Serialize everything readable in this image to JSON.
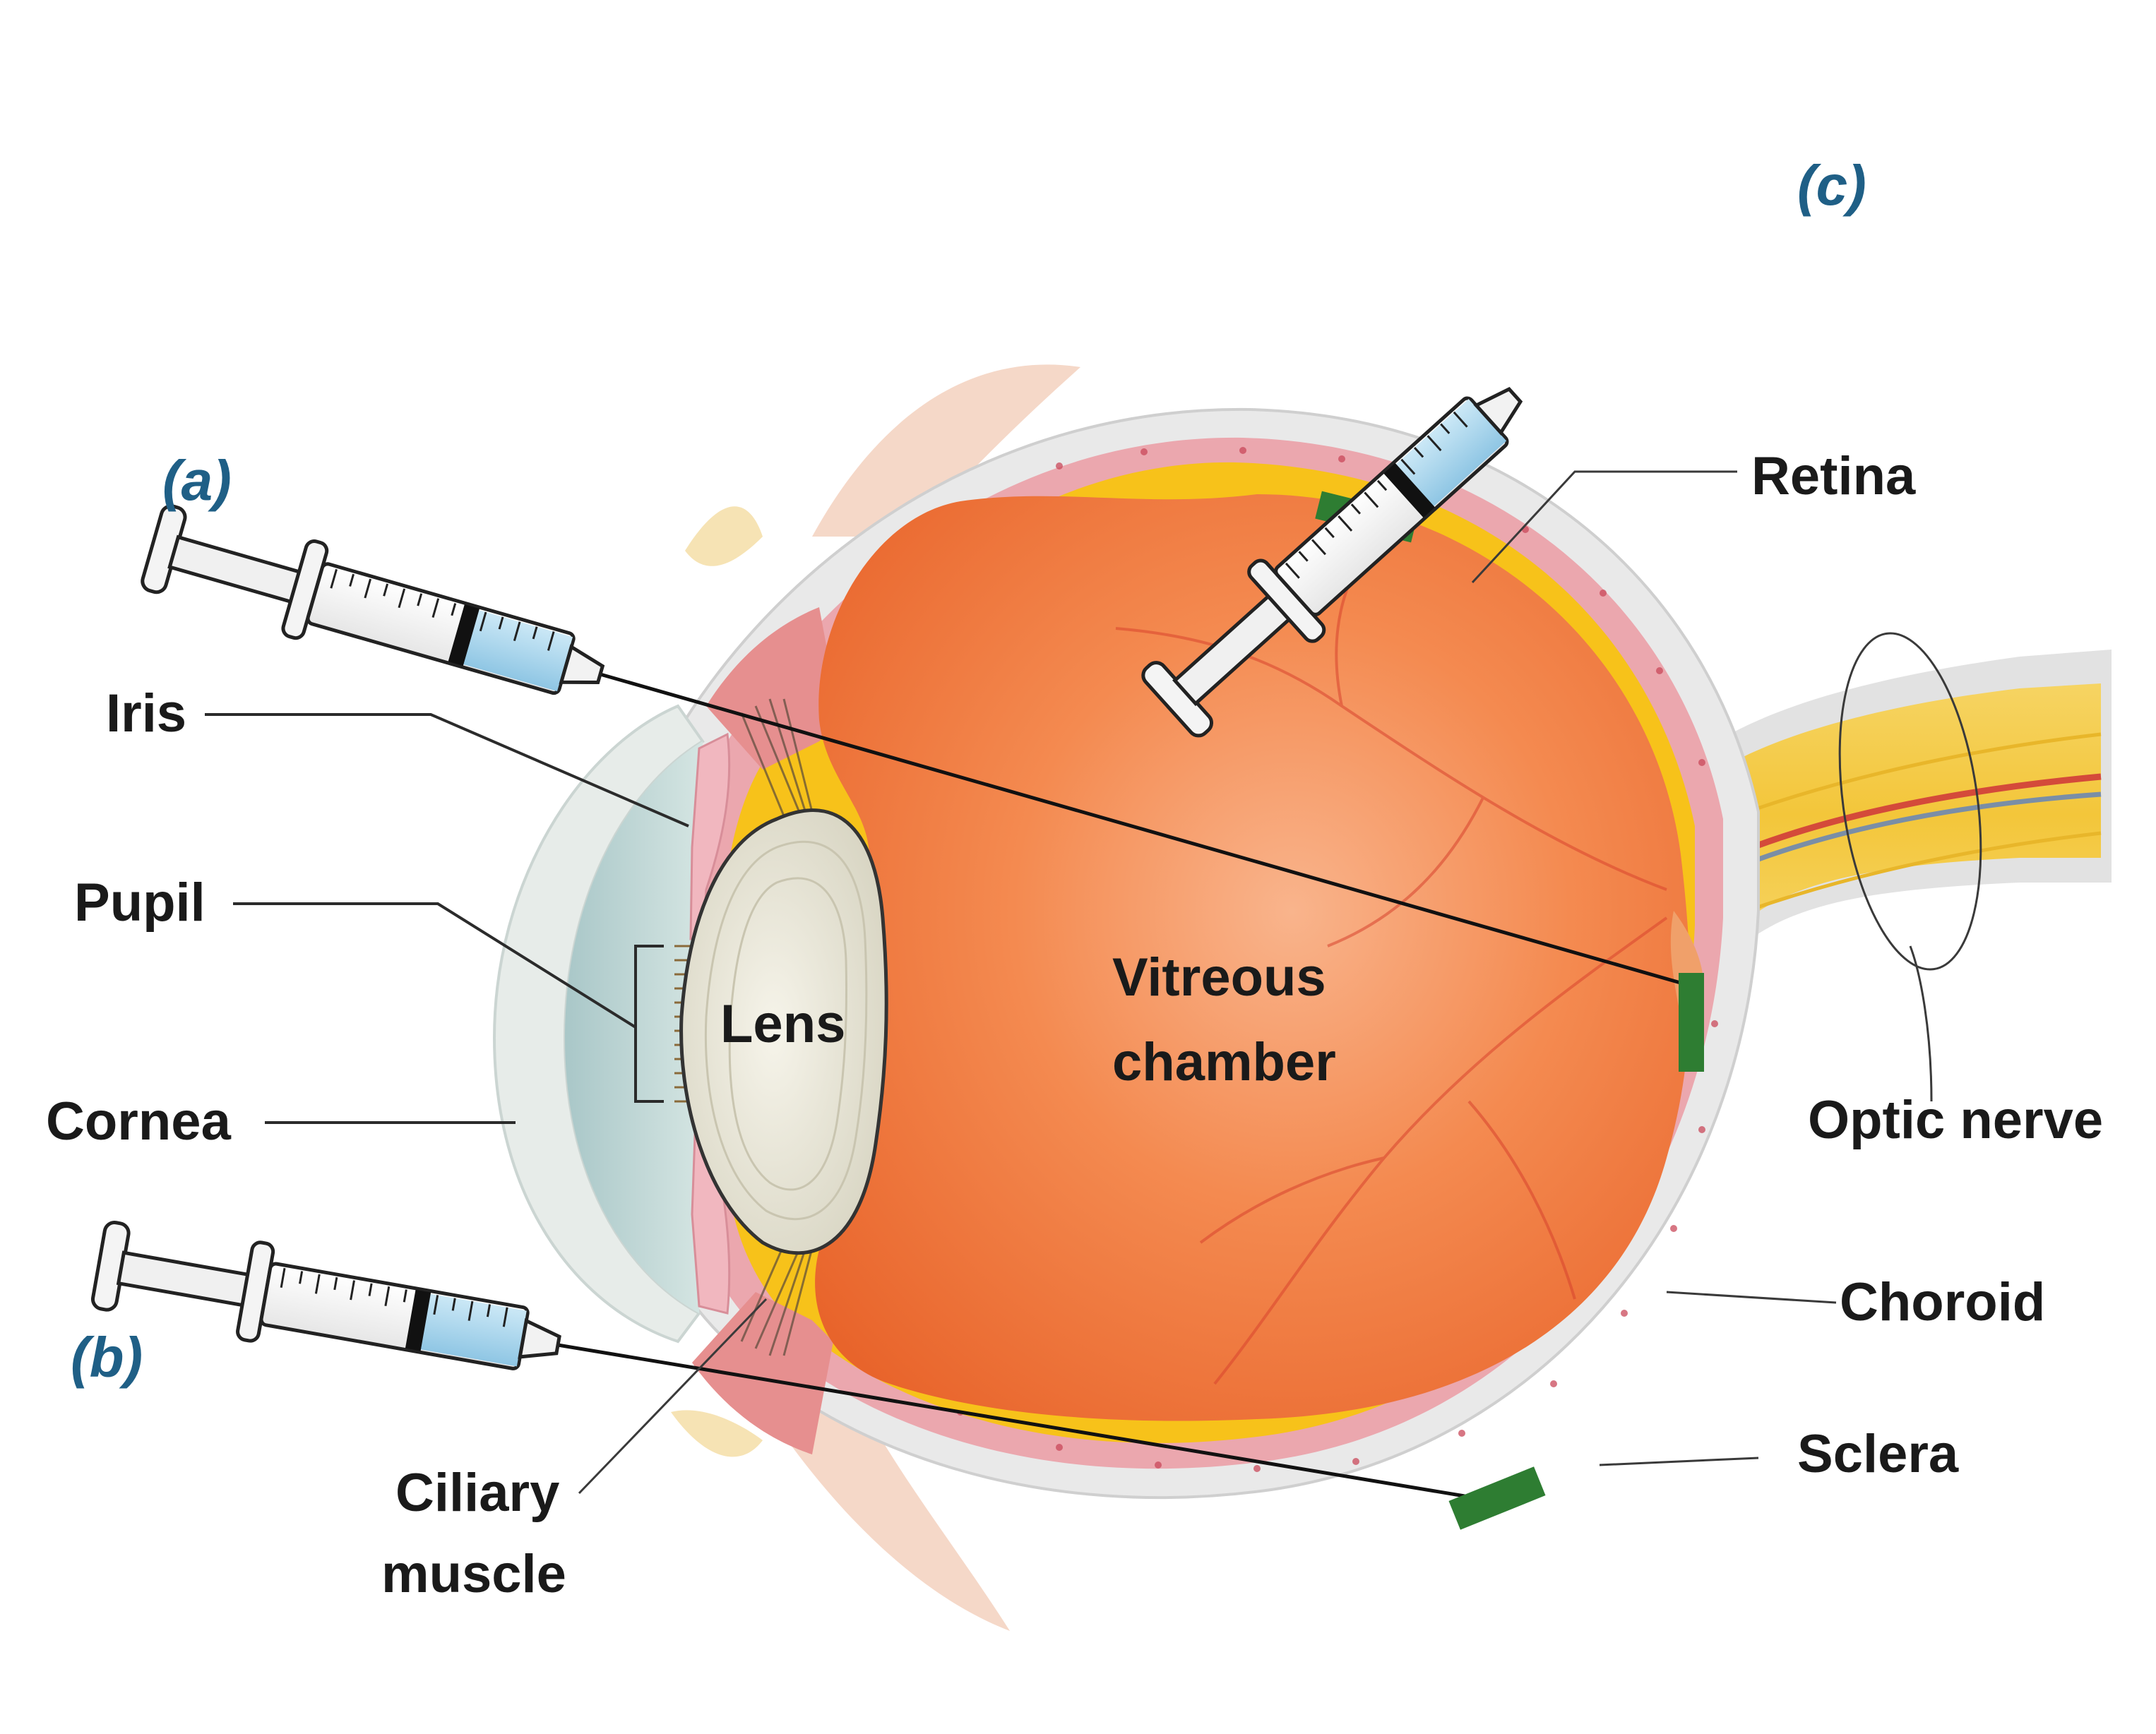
{
  "labels": {
    "retina": "Retina",
    "iris": "Iris",
    "pupil": "Pupil",
    "lens": "Lens",
    "vitreous_line1": "Vitreous",
    "vitreous_line2": "chamber",
    "cornea": "Cornea",
    "optic_nerve": "Optic nerve",
    "choroid": "Choroid",
    "sclera": "Sclera",
    "ciliary_line1": "Ciliary",
    "ciliary_line2": "muscle"
  },
  "routes": {
    "a": "(a)",
    "b": "(b)",
    "c": "(c)"
  },
  "colors": {
    "vitreous": "#f07a3c",
    "retina_layer": "#f7c21a",
    "choroid_layer": "#e8a0a8",
    "sclera": "#ececec",
    "cornea": "#b9d3d3",
    "lens": "#ece9dc",
    "injection_site": "#2e7d32",
    "route_label": "#1f5f86",
    "syringe_fluid": "#a9d6ee"
  },
  "icons": {
    "syringe_a": "syringe-icon",
    "syringe_b": "syringe-icon",
    "syringe_c": "syringe-icon"
  }
}
